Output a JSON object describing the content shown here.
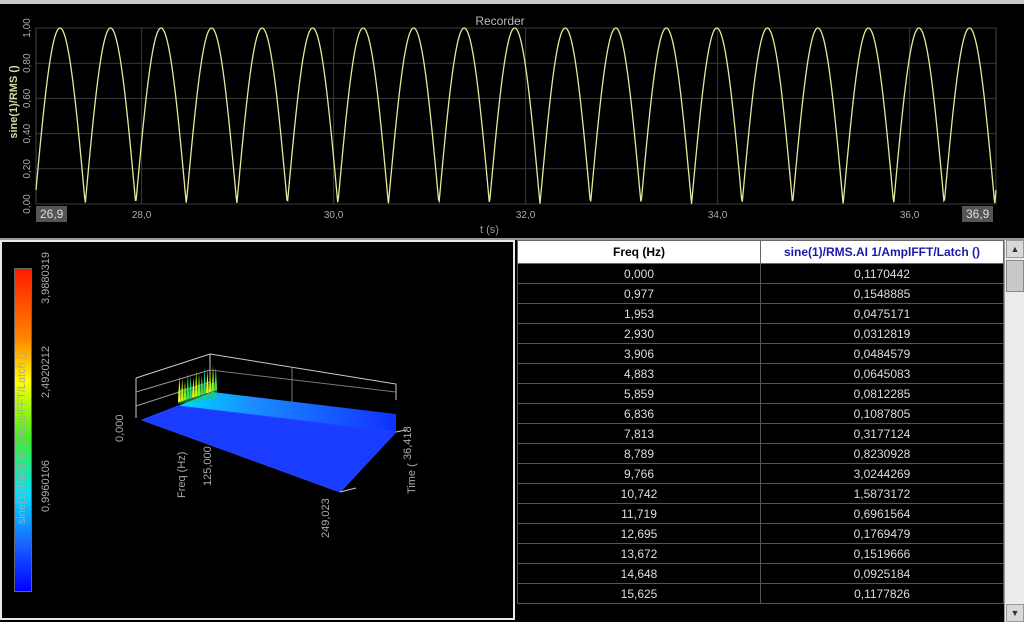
{
  "recorder": {
    "title": "Recorder",
    "ylabel": "sine(1)/RMS ()",
    "xlabel": "t (s)",
    "x_start_label": "26,9",
    "x_end_label": "36,9",
    "trace_color": "#e8e89a"
  },
  "chart_data": [
    {
      "type": "line",
      "title": "Recorder",
      "xlabel": "t (s)",
      "ylabel": "sine(1)/RMS ()",
      "xlim": [
        26.9,
        36.9
      ],
      "ylim": [
        0,
        1
      ],
      "x_ticks": [
        "26,9",
        "28,0",
        "30,0",
        "32,0",
        "34,0",
        "36,0",
        "36,9"
      ],
      "y_ticks": [
        "0,00",
        "0,20",
        "0,40",
        "0,60",
        "0,80",
        "1,00"
      ],
      "grid": true,
      "series": [
        {
          "shape": "rectified-sine",
          "arches": 19,
          "min": 0,
          "max": 1
        }
      ]
    }
  ],
  "spectrum": {
    "colorbar_label": "sine(1)/RMS.AI 1/AmplFFT/Latch ()",
    "colorbar_ticks": [
      "3,9880319",
      "2,4920212",
      "0,9960106"
    ],
    "z_tick": "0,000",
    "freq_label": "Freq (Hz)",
    "freq_ticks": [
      "125,000",
      "249,023"
    ],
    "time_label": "Time (",
    "time_tick": "36,418"
  },
  "table": {
    "headers": [
      "Freq (Hz)",
      "sine(1)/RMS.AI 1/AmplFFT/Latch ()"
    ],
    "rows": [
      [
        "0,000",
        "0,1170442"
      ],
      [
        "0,977",
        "0,1548885"
      ],
      [
        "1,953",
        "0,0475171"
      ],
      [
        "2,930",
        "0,0312819"
      ],
      [
        "3,906",
        "0,0484579"
      ],
      [
        "4,883",
        "0,0645083"
      ],
      [
        "5,859",
        "0,0812285"
      ],
      [
        "6,836",
        "0,1087805"
      ],
      [
        "7,813",
        "0,3177124"
      ],
      [
        "8,789",
        "0,8230928"
      ],
      [
        "9,766",
        "3,0244269"
      ],
      [
        "10,742",
        "1,5873172"
      ],
      [
        "11,719",
        "0,6961564"
      ],
      [
        "12,695",
        "0,1769479"
      ],
      [
        "13,672",
        "0,1519666"
      ],
      [
        "14,648",
        "0,0925184"
      ],
      [
        "15,625",
        "0,1177826"
      ]
    ]
  }
}
